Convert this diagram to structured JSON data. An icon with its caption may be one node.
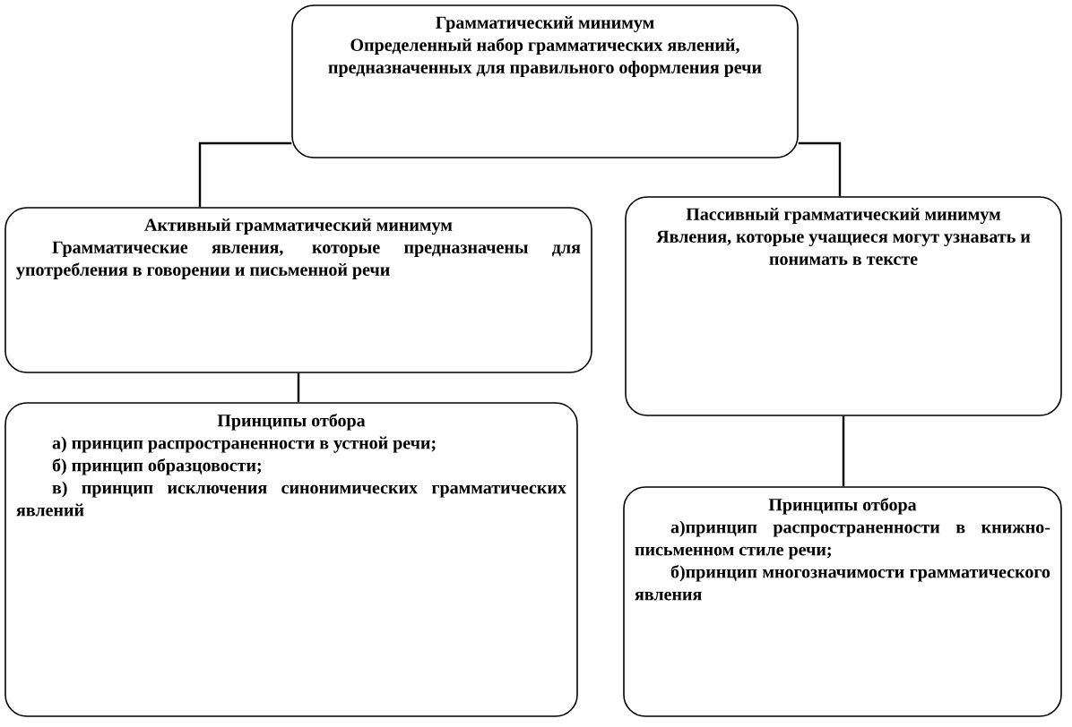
{
  "diagram": {
    "nodes": [
      {
        "text": [
          "Грамматический минимум",
          "Определенный набор грамматических явлений, предназначенных для правильного оформления речи"
        ]
      },
      {
        "text": [
          "Активный грамматический минимум",
          "Грамматические явления, которые предназначены для употребления в говорении и письменной речи"
        ]
      },
      {
        "text": [
          "Пассивный грамматический минимум",
          "Явления, которые учащиеся могут узнавать и понимать в тексте"
        ]
      },
      {
        "text": [
          "Принципы отбора",
          "а) принцип распространенности в устной речи;",
          "б) принцип образцовости;",
          "в) принцип исключения синонимических грамматических явлений"
        ]
      },
      {
        "text": [
          "Принципы отбора",
          "а)принцип распространенности в книжно-письменном стиле речи;",
          "б)принцип многозначимости грамматического явления"
        ]
      }
    ],
    "edges": [
      {
        "from": 0,
        "to": 1,
        "arrow": "none"
      },
      {
        "from": 0,
        "to": 2,
        "arrow": "none"
      },
      {
        "from": 1,
        "to": 3,
        "arrow": "none"
      },
      {
        "from": 2,
        "to": 4,
        "arrow": "none"
      }
    ]
  }
}
